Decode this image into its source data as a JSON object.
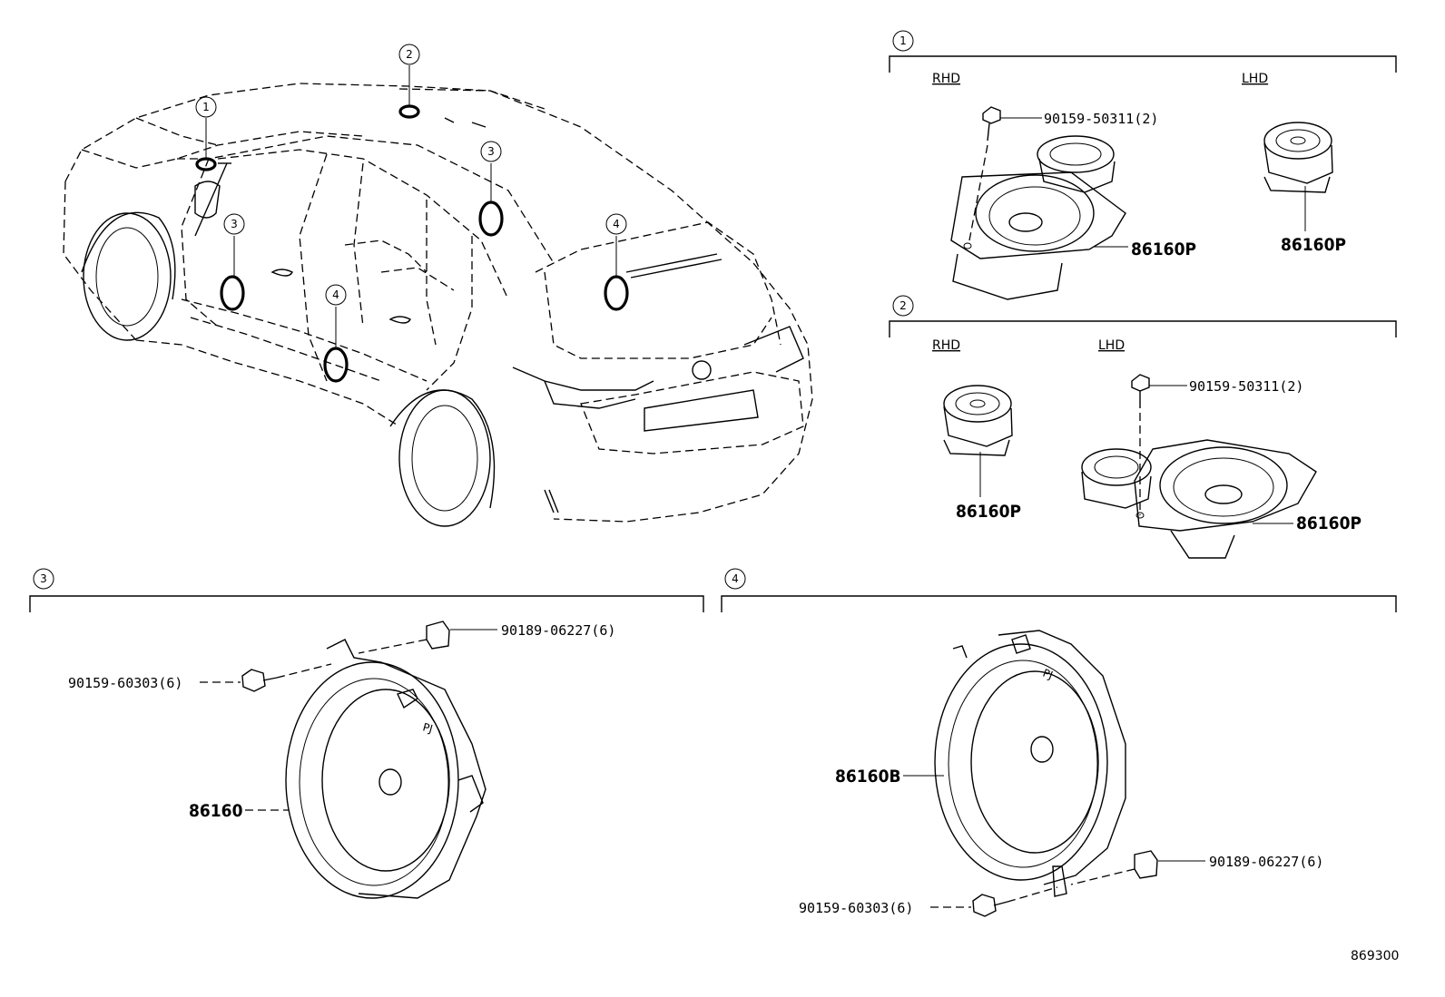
{
  "callouts": {
    "c1": "1",
    "c2": "2",
    "c3": "3",
    "c4": "4"
  },
  "sections": {
    "s1": {
      "number": "1",
      "rhd_label": "RHD",
      "lhd_label": "LHD",
      "bolt_part": "90159-50311(2)",
      "rhd_part": "86160P",
      "lhd_part": "86160P"
    },
    "s2": {
      "number": "2",
      "rhd_label": "RHD",
      "lhd_label": "LHD",
      "bolt_part": "90159-50311(2)",
      "rhd_part": "86160P",
      "lhd_part": "86160P"
    },
    "s3": {
      "number": "3",
      "clip_part": "90189-06227(6)",
      "screw_part": "90159-60303(6)",
      "speaker_part": "86160"
    },
    "s4": {
      "number": "4",
      "speaker_part": "86160B",
      "clip_part": "90189-06227(6)",
      "screw_part": "90159-60303(6)"
    }
  },
  "figure_id": "869300"
}
